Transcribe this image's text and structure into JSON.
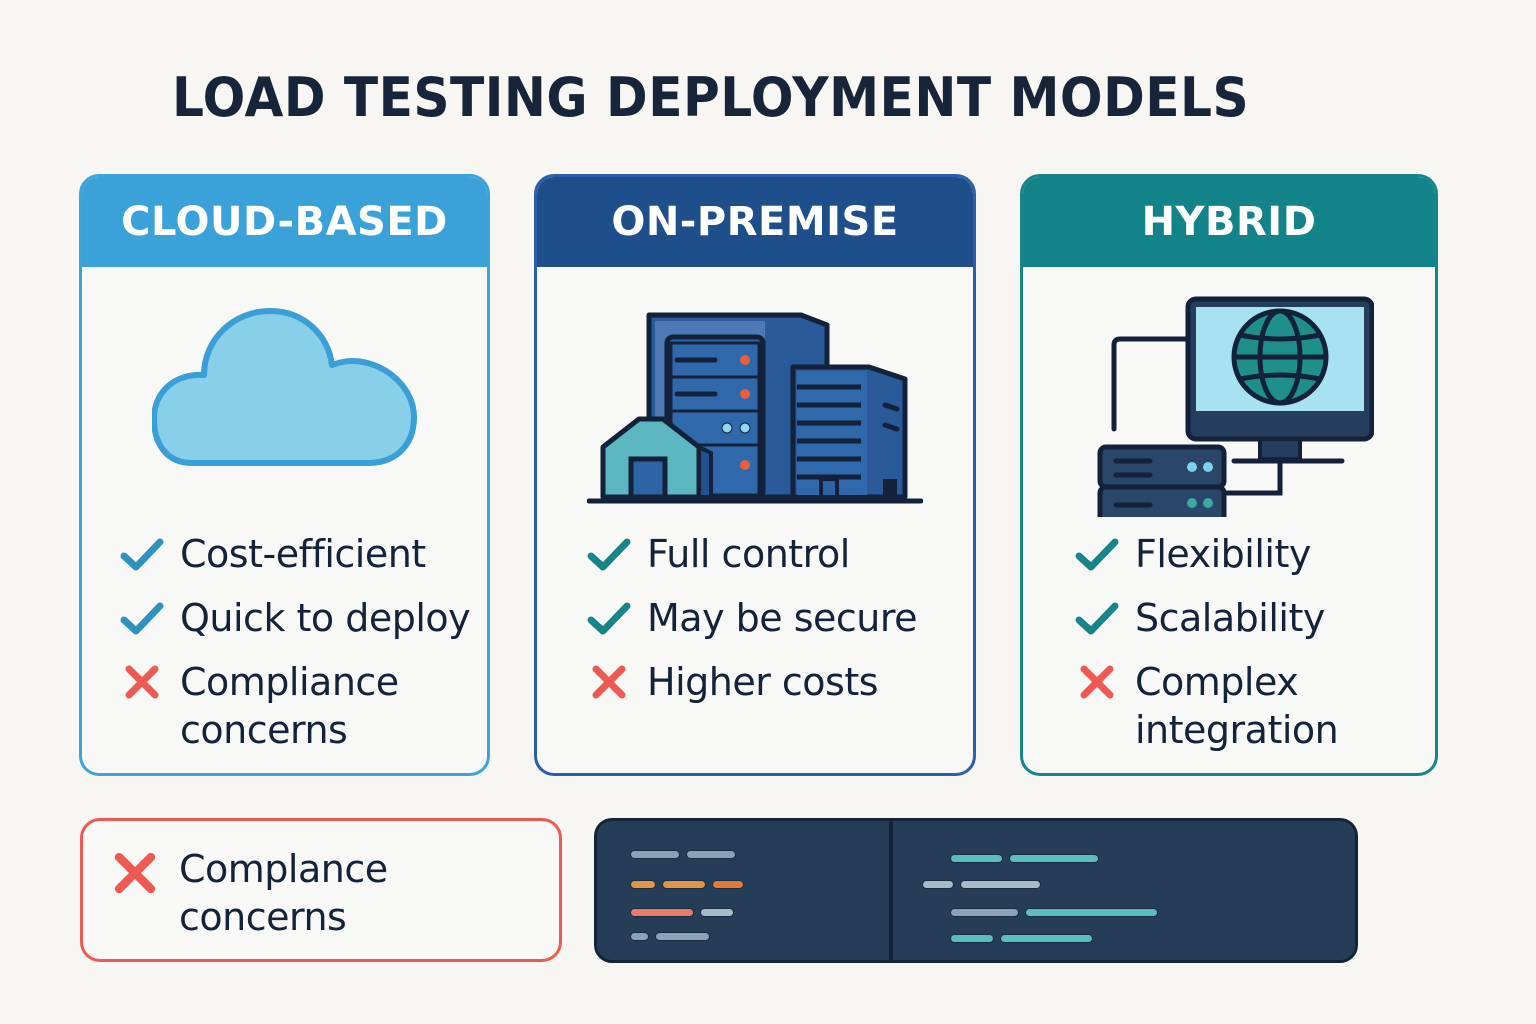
{
  "title": "LOAD TESTING DEPLOYMENT MODELS",
  "colors": {
    "cloud_header": "#3aa2d8",
    "onprem_header": "#1f4f8a",
    "hybrid_header": "#128388",
    "check_cloud": "#2f93bf",
    "check_teal": "#17848a",
    "cross": "#ee5a52",
    "text_dark": "#15233a",
    "code_bg": "#263d58"
  },
  "cards": [
    {
      "id": "cloud",
      "header": "CLOUD-BASED",
      "icon": "cloud-icon",
      "features": [
        {
          "type": "pro",
          "icon": "check-icon",
          "text": "Cost-efficient"
        },
        {
          "type": "pro",
          "icon": "check-icon",
          "text": "Quick to deploy"
        },
        {
          "type": "con",
          "icon": "cross-icon",
          "text": "Compliance concerns"
        }
      ]
    },
    {
      "id": "onprem",
      "header": "ON-PREMISE",
      "icon": "building-server-icon",
      "features": [
        {
          "type": "pro",
          "icon": "check-icon",
          "text": "Full control"
        },
        {
          "type": "pro",
          "icon": "check-icon",
          "text": "May be secure"
        },
        {
          "type": "con",
          "icon": "cross-icon",
          "text": "Higher costs"
        }
      ]
    },
    {
      "id": "hybrid",
      "header": "HYBRID",
      "icon": "monitor-globe-server-icon",
      "features": [
        {
          "type": "pro",
          "icon": "check-icon",
          "text": "Flexibility"
        },
        {
          "type": "pro",
          "icon": "check-icon",
          "text": "Scalability"
        },
        {
          "type": "con",
          "icon": "cross-icon",
          "text": "Complex integration"
        }
      ]
    }
  ],
  "alert": {
    "icon": "cross-icon",
    "text": "Complance concerns"
  },
  "code_panel": {
    "icon": "code-editor-illustration",
    "left_lines": [
      [
        {
          "color": "#8aa3b8",
          "len": 50
        },
        {
          "color": "#8aa3b8",
          "len": 50
        }
      ],
      [
        {
          "color": "#e0954a",
          "len": 26
        },
        {
          "color": "#e0954a",
          "len": 44
        },
        {
          "color": "#e07a3a",
          "len": 32
        }
      ],
      [
        {
          "color": "#ec7a6c",
          "len": 64
        },
        {
          "color": "#a5bccb",
          "len": 34
        }
      ],
      [
        {
          "color": "#8aa3b8",
          "len": 19
        },
        {
          "color": "#8aa3b8",
          "len": 55
        }
      ]
    ],
    "right_lines": [
      [
        {
          "color": "#5bbdbd",
          "len": 53
        },
        {
          "color": "#5bbdbd",
          "len": 90
        }
      ],
      [
        {
          "color": "#a5bccb",
          "len": 32
        },
        {
          "color": "#a5bccb",
          "len": 81
        }
      ],
      [
        {
          "color": "#8aa3b8",
          "len": 69
        },
        {
          "color": "#5bbdbd",
          "len": 133
        }
      ],
      [
        {
          "color": "#5bbdbd",
          "len": 44
        },
        {
          "color": "#5bbdbd",
          "len": 93
        }
      ]
    ]
  }
}
